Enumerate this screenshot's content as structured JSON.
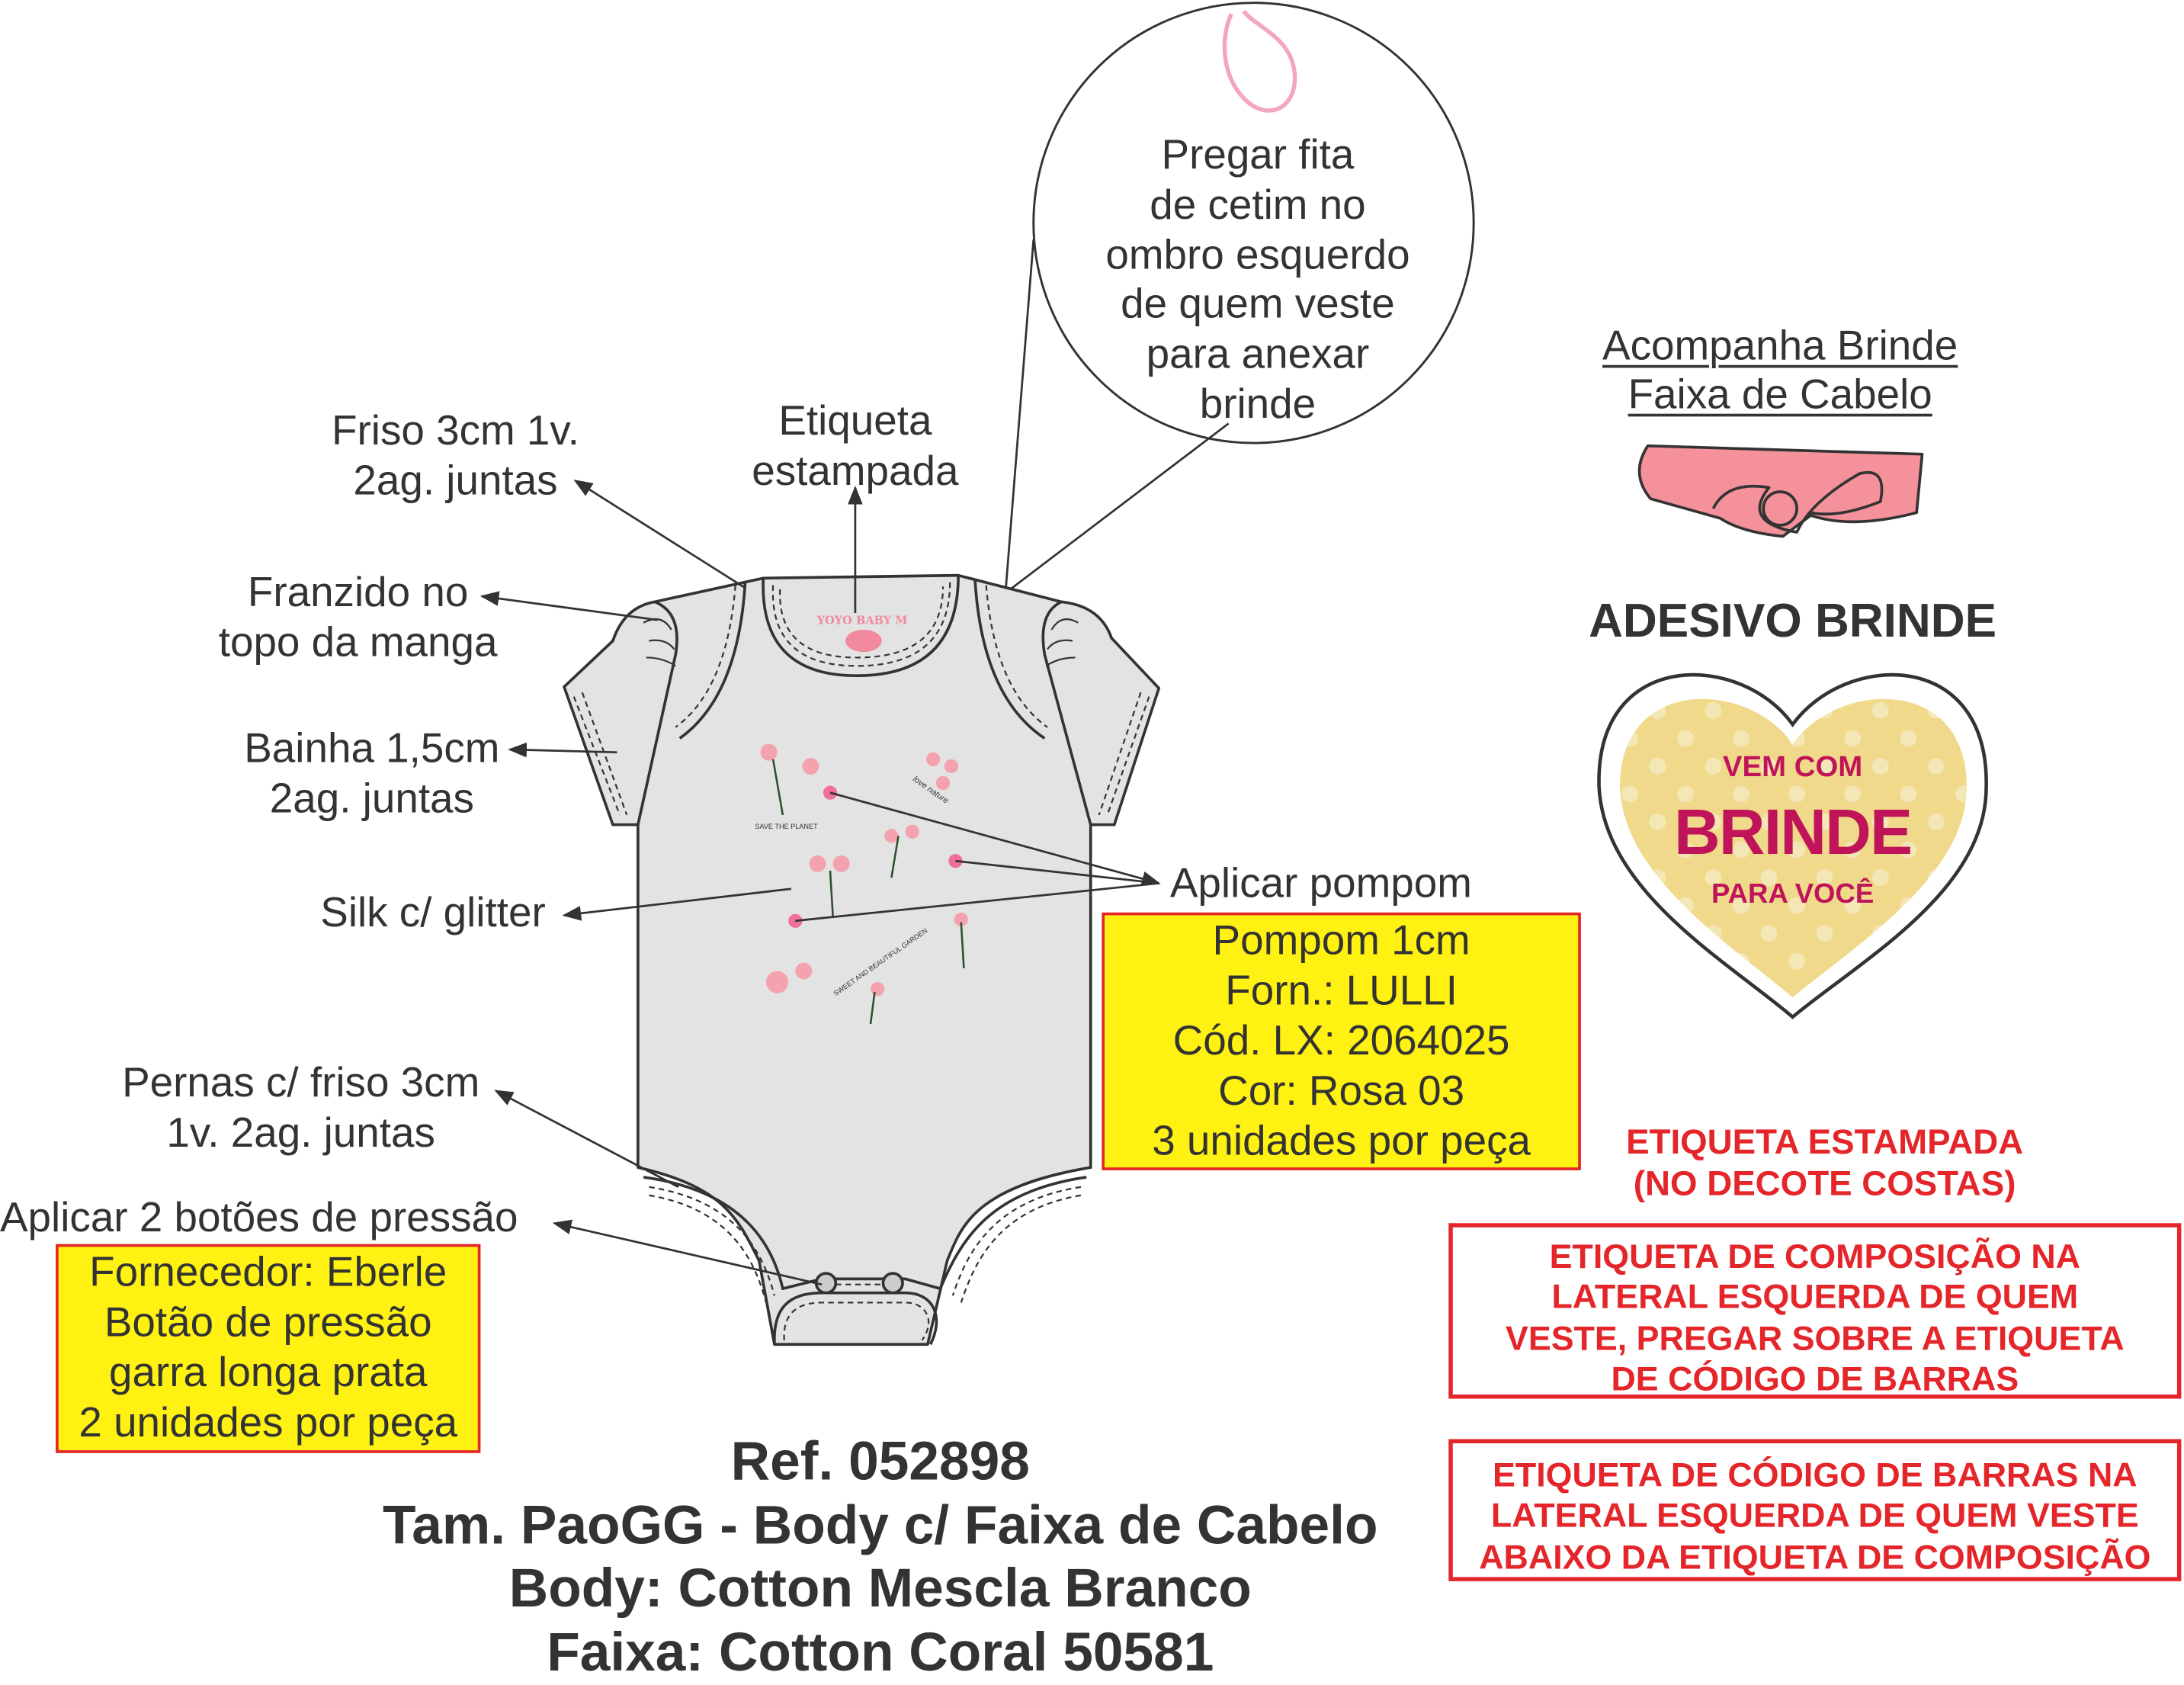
{
  "colors": {
    "text": "#333333",
    "highlight_yellow": "#fff212",
    "warning_red": "#e4262b",
    "garment_gray": "#e3e3e3",
    "headband_pink": "#f4919b",
    "sticker_yellow": "#f0d98a",
    "sticker_text": "#c0145a"
  },
  "callouts": {
    "friso": [
      "Friso 3cm 1v.",
      "2ag. juntas"
    ],
    "etiqueta": [
      "Etiqueta",
      "estampada"
    ],
    "franzido": [
      "Franzido no",
      "topo da manga"
    ],
    "bainha": [
      "Bainha 1,5cm",
      "2ag. juntas"
    ],
    "silk": "Silk c/ glitter",
    "pernas": [
      "Pernas c/ friso 3cm",
      "1v. 2ag. juntas"
    ],
    "botoes": "Aplicar 2 botões de pressão",
    "pompom": "Aplicar pompom",
    "ribbon_circle": [
      "Pregar fita",
      "de cetim no",
      "ombro esquerdo",
      "de quem veste",
      "para anexar",
      "brinde"
    ]
  },
  "botoes_box": [
    "Fornecedor: Eberle",
    "Botão de pressão",
    "garra longa prata",
    "2 unidades por peça"
  ],
  "pompom_box": [
    "Pompom 1cm",
    "Forn.: LULLI",
    "Cód. LX: 2064025",
    "Cor: Rosa 03",
    "3 unidades por peça"
  ],
  "gift": {
    "lines": [
      "Acompanha Brinde",
      "Faixa de Cabelo"
    ],
    "sticker_title": "ADESIVO BRINDE",
    "sticker": [
      "VEM COM",
      "BRINDE",
      "PARA VOCÊ"
    ]
  },
  "labels_notes": {
    "printed_label": [
      "ETIQUETA ESTAMPADA",
      "(NO DECOTE COSTAS)"
    ],
    "composition_box": [
      "ETIQUETA DE COMPOSIÇÃO NA",
      "LATERAL ESQUERDA DE QUEM",
      "VESTE, PREGAR SOBRE A ETIQUETA",
      "DE CÓDIGO DE BARRAS"
    ],
    "barcode_box": [
      "ETIQUETA DE CÓDIGO DE BARRAS NA",
      "LATERAL ESQUERDA DE QUEM VESTE",
      "ABAIXO DA ETIQUETA DE COMPOSIÇÃO"
    ]
  },
  "product": [
    "Ref. 052898",
    "Tam. PaoGG - Body c/ Faixa de Cabelo",
    "Body: Cotton Mescla Branco",
    "Faixa: Cotton Coral 50581"
  ],
  "print_art": {
    "neck_label": "YOYO BABY M",
    "texts": [
      "SAVE THE PLANET",
      "love nature",
      "SWEET AND BEAUTIFUL GARDEN"
    ]
  }
}
